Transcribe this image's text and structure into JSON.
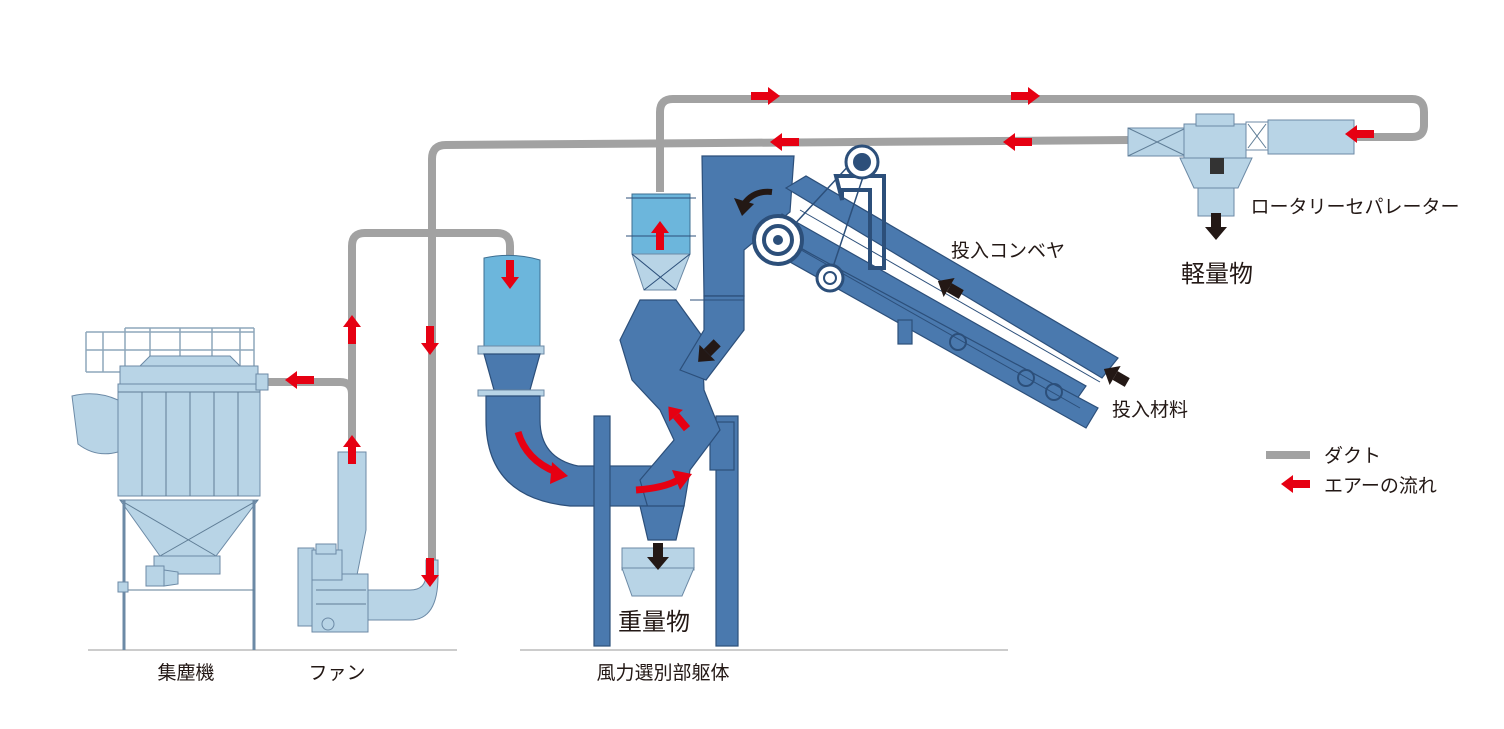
{
  "labels": {
    "dust_collector": "集塵機",
    "fan": "ファン",
    "separator_body": "風力選別部躯体",
    "heavy": "重量物",
    "light": "軽量物",
    "conveyor": "投入コンベヤ",
    "input_material": "投入材料",
    "rotary_separator": "ロータリーセパレーター"
  },
  "legend": {
    "duct": "ダクト",
    "air_flow": "エアーの流れ"
  },
  "colors": {
    "duct": "#a2a2a2",
    "air_flow_arrow": "#e60012",
    "material_arrow": "#231815",
    "equipment": "#4a79ae",
    "equipment_light": "#b8d4e6",
    "hopper_light": "#6cb6dc"
  }
}
